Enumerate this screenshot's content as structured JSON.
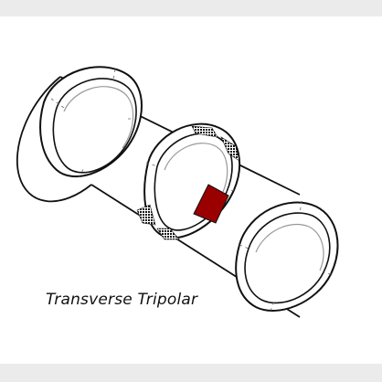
{
  "caption": "Transverse Tripolar",
  "colors": {
    "background": "#ebebeb",
    "panel": "#ffffff",
    "outline": "#111111",
    "ring_inner": "#9a9a9a",
    "contact_active": "#9b0000",
    "contact_dark": "#151515"
  },
  "diagram": {
    "subject": "cylindrical nerve cuff",
    "ring_count": 3,
    "active_contact_ring": 2
  }
}
